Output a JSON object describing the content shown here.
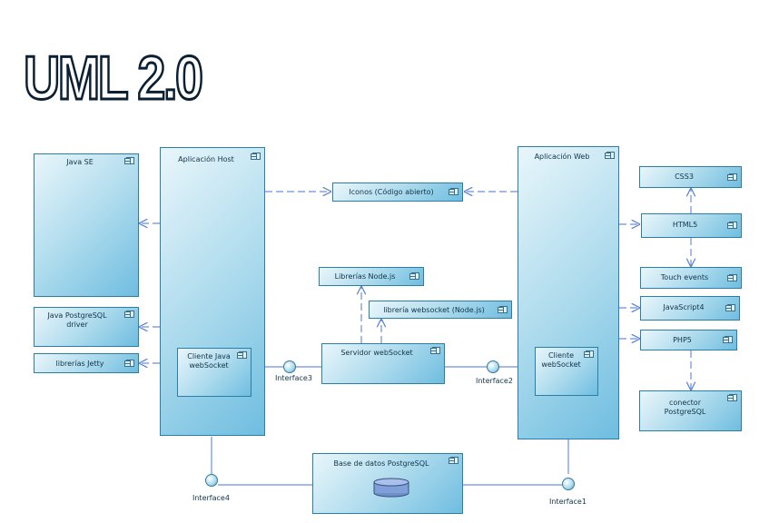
{
  "title": "UML 2.0",
  "components": {
    "java_se": "Java SE",
    "host_app": "Aplicación Host",
    "web_app": "Aplicación Web",
    "icons": "Iconos (Código abierto)",
    "css3": "CSS3",
    "html5": "HTML5",
    "touch": "Touch events",
    "js": "JavaScript4",
    "php": "PHP5",
    "pg_conn": "conector PostgreSQL",
    "pg_driver": "Java PostgreSQL driver",
    "jetty": "librerías Jetty",
    "node_libs": "Librerías Node.js",
    "ws_lib": "librería websocket (Node.js)",
    "ws_server": "Servidor webSocket",
    "java_client": "Cliente Java webSocket",
    "web_client": "Cliente webSocket",
    "db": "Base de datos PostgreSQL"
  },
  "interfaces": {
    "i1": "Interface1",
    "i2": "Interface2",
    "i3": "Interface3",
    "i4": "Interface4"
  }
}
